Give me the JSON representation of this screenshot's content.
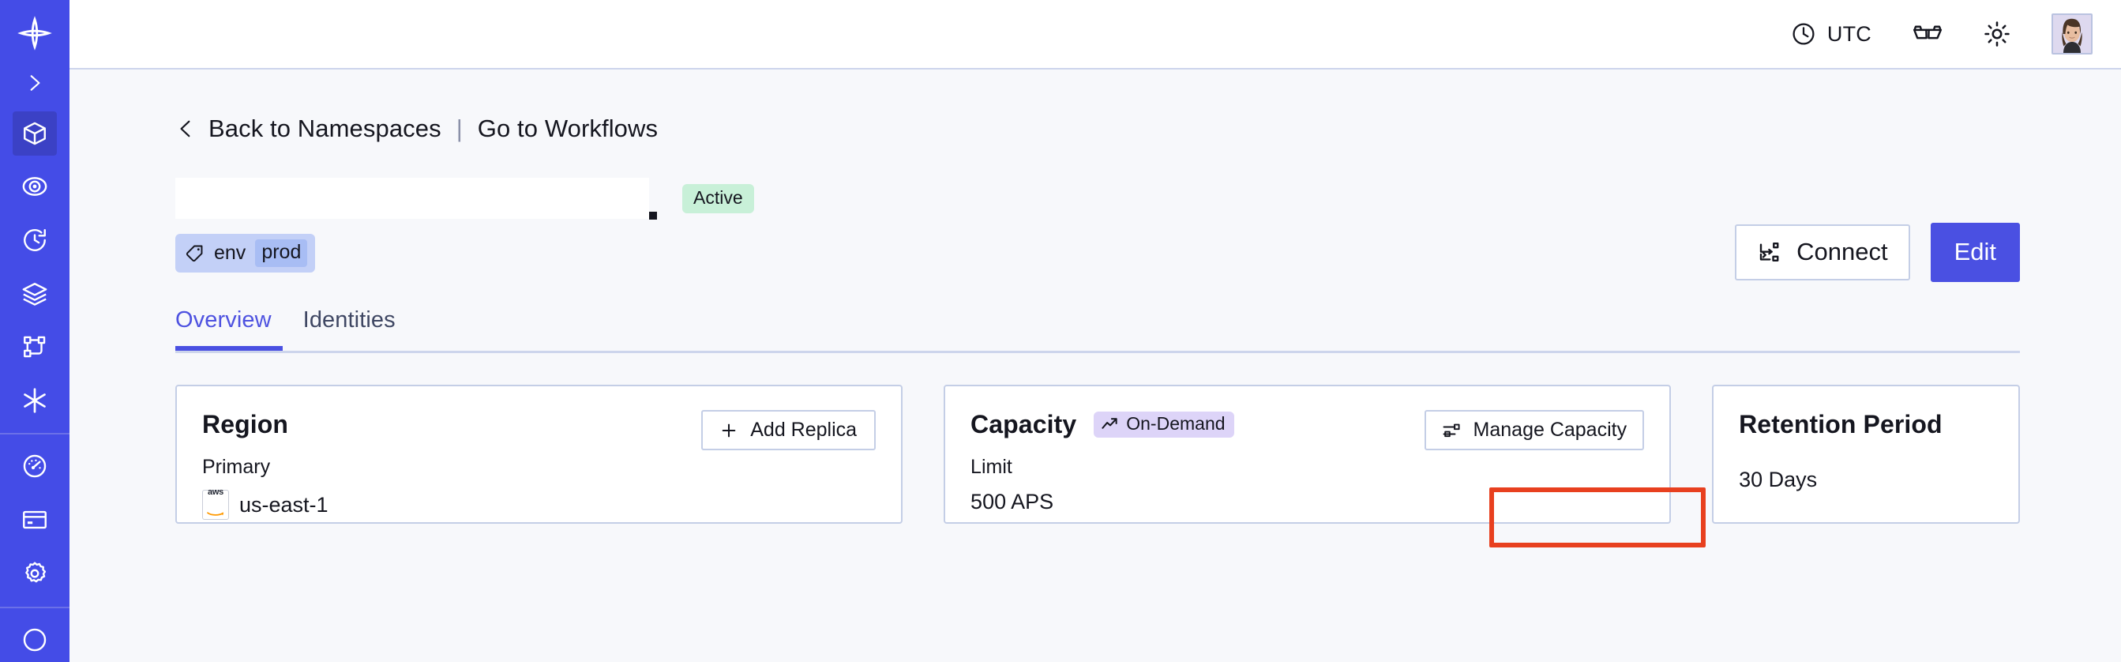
{
  "topbar": {
    "timezone_label": "UTC",
    "timezone_icon": "clock-icon",
    "glasses_icon": "glasses-icon",
    "theme_icon": "sun-icon",
    "avatar_icon": "user-avatar"
  },
  "sidebar": {
    "brand_color": "#444ce7",
    "active_color": "#3b41c5",
    "logo_icon": "temporal-logo-icon",
    "expand_icon": "chevron-right-icon",
    "items": [
      {
        "icon": "cube-icon",
        "active": true
      },
      {
        "icon": "eye-spiral-icon",
        "active": false
      },
      {
        "icon": "history-clock-icon",
        "active": false
      },
      {
        "icon": "layers-icon",
        "active": false
      },
      {
        "icon": "branch-nodes-icon",
        "active": false
      },
      {
        "icon": "asterisk-icon",
        "active": false
      }
    ],
    "items_group2": [
      {
        "icon": "gauge-icon",
        "active": false
      },
      {
        "icon": "credit-card-icon",
        "active": false
      },
      {
        "icon": "gear-icon",
        "active": false
      }
    ]
  },
  "breadcrumb": {
    "back_icon": "chevron-left-icon",
    "back_label": "Back to Namespaces",
    "separator": "|",
    "forward_label": "Go to Workflows"
  },
  "header": {
    "title_redacted": "",
    "status_badge": "Active",
    "status_badge_color": "#c8f0d8"
  },
  "tag": {
    "icon": "tag-icon",
    "key": "env",
    "value": "prod"
  },
  "actions": {
    "connect_label": "Connect",
    "connect_icon": "connect-icon",
    "edit_label": "Edit",
    "edit_color": "#4a50e2"
  },
  "tabs": [
    {
      "label": "Overview",
      "active": true
    },
    {
      "label": "Identities",
      "active": false
    }
  ],
  "cards": {
    "region": {
      "title": "Region",
      "action_label": "Add Replica",
      "action_icon": "plus-icon",
      "sublabel": "Primary",
      "provider_icon": "aws-logo",
      "provider_text": "aws",
      "value": "us-east-1"
    },
    "capacity": {
      "title": "Capacity",
      "badge_label": "On-Demand",
      "badge_icon": "trend-up-icon",
      "badge_color": "#ddd4f8",
      "action_label": "Manage Capacity",
      "action_icon": "sliders-icon",
      "action_highlighted": true,
      "highlight_color": "#e8401f",
      "sublabel": "Limit",
      "value": "500 APS"
    },
    "retention": {
      "title": "Retention Period",
      "value": "30 Days"
    }
  }
}
